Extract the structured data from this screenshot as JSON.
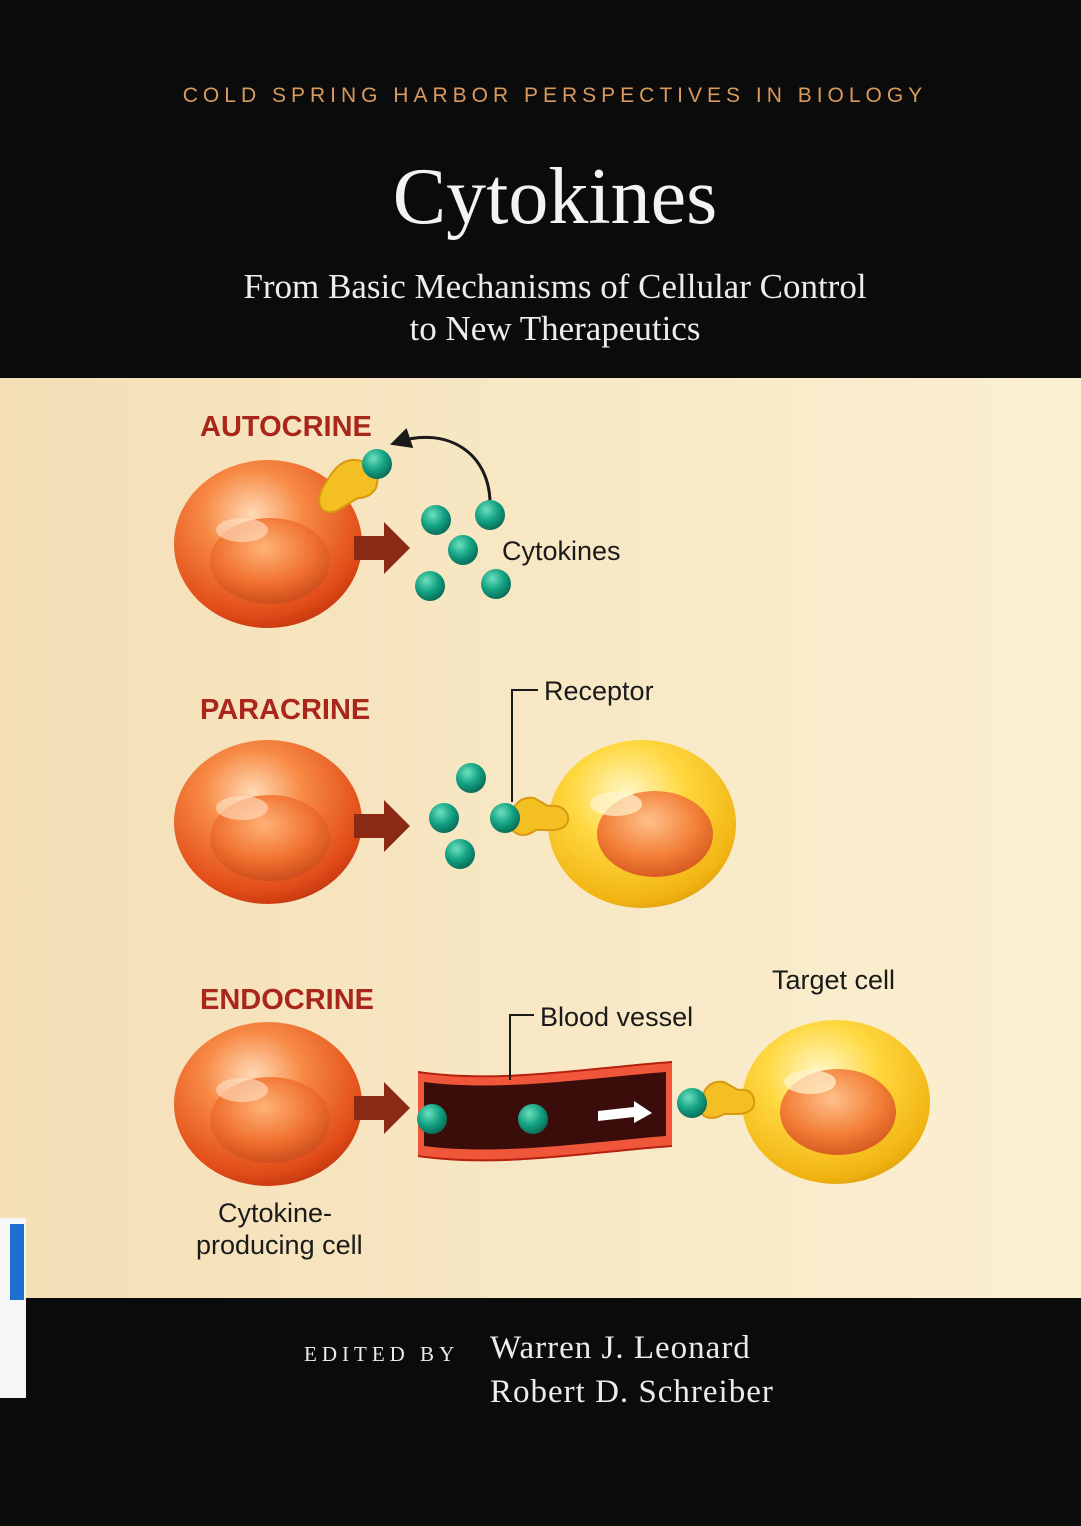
{
  "cover": {
    "series": "COLD SPRING HARBOR PERSPECTIVES IN BIOLOGY",
    "title": "Cytokines",
    "subtitle_line1": "From Basic Mechanisms of Cellular Control",
    "subtitle_line2": "to New Therapeutics"
  },
  "diagram": {
    "autocrine_label": "AUTOCRINE",
    "paracrine_label": "PARACRINE",
    "endocrine_label": "ENDOCRINE",
    "cytokines_label": "Cytokines",
    "receptor_label": "Receptor",
    "blood_vessel_label": "Blood vessel",
    "target_cell_label": "Target cell",
    "producing_cell_line1": "Cytokine-",
    "producing_cell_line2": "producing cell"
  },
  "editors": {
    "edited_by": "EDITED BY",
    "editor1": "Warren J. Leonard",
    "editor2": "Robert D. Schreiber"
  },
  "colors": {
    "background": "#0b0b0b",
    "panel": "#f7e3bc",
    "heading_red": "#a8261a",
    "producing_cell": "#e8561e",
    "target_cell": "#f2c21c",
    "cytokine": "#10957a",
    "series_text": "#d99a5e"
  }
}
